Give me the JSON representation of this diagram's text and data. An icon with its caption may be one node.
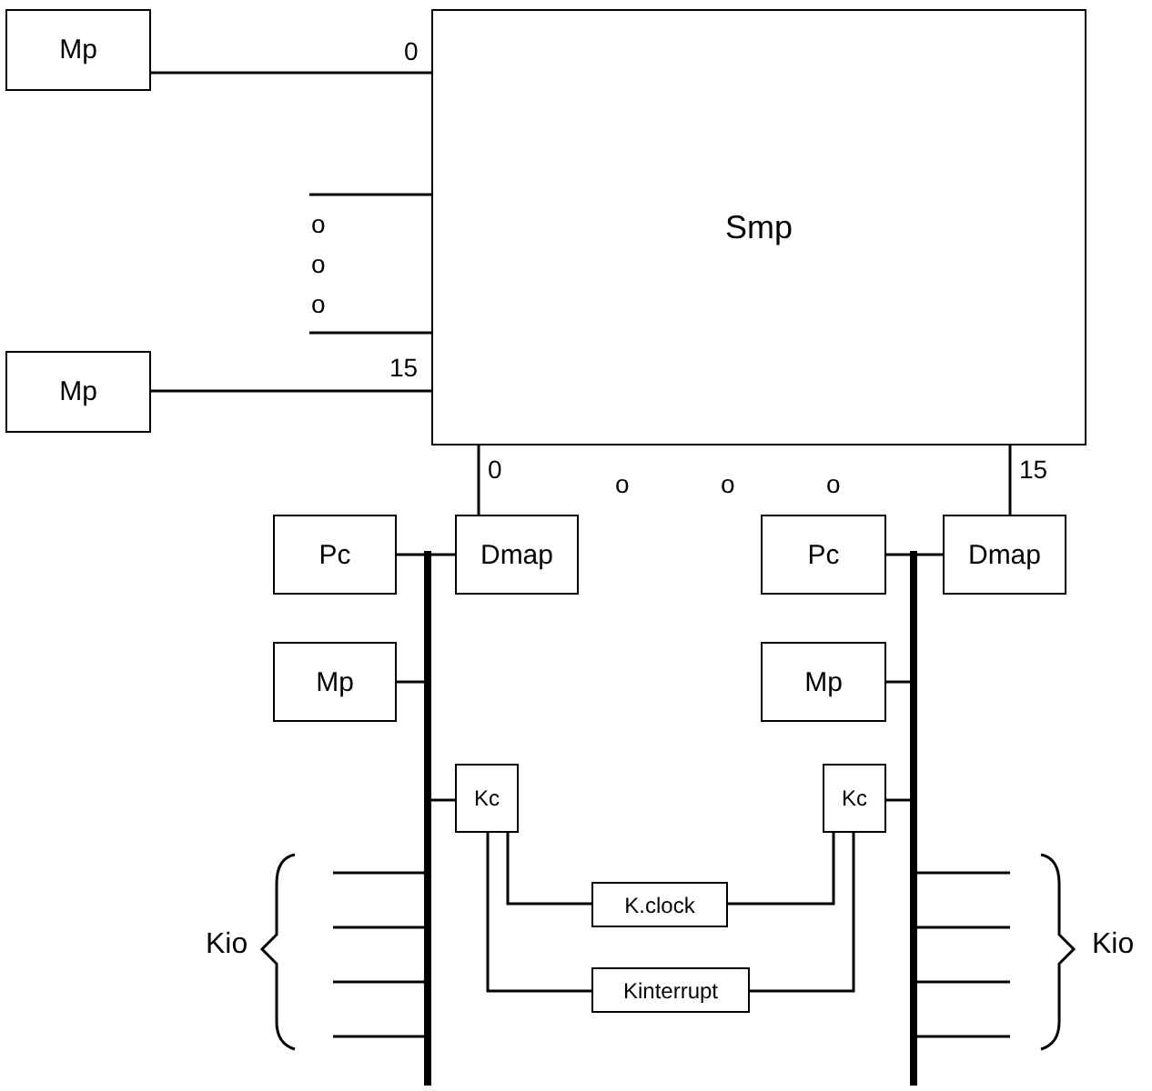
{
  "diagram": {
    "nodes": [
      {
        "text": [
          "Mp"
        ]
      },
      {
        "text": [
          "Smp"
        ]
      },
      {
        "text": [
          "Mp"
        ]
      },
      {
        "text": [
          "Pc"
        ]
      },
      {
        "text": [
          "Dmap"
        ]
      },
      {
        "text": [
          "Mp"
        ]
      },
      {
        "text": [
          "Kc"
        ]
      },
      {
        "text": [
          "K.clock"
        ]
      },
      {
        "text": [
          "Kinterrupt"
        ]
      },
      {
        "text": [
          "Pc"
        ]
      },
      {
        "text": [
          "Dmap"
        ]
      },
      {
        "text": [
          "Mp"
        ]
      },
      {
        "text": [
          "Kc"
        ]
      },
      {
        "text": [],
        "shape": "bar"
      },
      {
        "text": [],
        "shape": "bar"
      }
    ],
    "edges": [
      {
        "from": 0,
        "to": 1,
        "arrow": "none",
        "label": "0"
      },
      {
        "from": null,
        "to": 1,
        "arrow": "none"
      },
      {
        "from": null,
        "to": 1,
        "arrow": "none"
      },
      {
        "from": 2,
        "to": 1,
        "arrow": "none",
        "label": "15"
      },
      {
        "from": 1,
        "to": 4,
        "arrow": "none",
        "label": "0"
      },
      {
        "from": 1,
        "to": 10,
        "arrow": "none",
        "label": "15"
      },
      {
        "from": 3,
        "to": 13,
        "arrow": "none"
      },
      {
        "from": 13,
        "to": 4,
        "arrow": "none"
      },
      {
        "from": 5,
        "to": 13,
        "arrow": "none"
      },
      {
        "from": 6,
        "to": 13,
        "arrow": "none"
      },
      {
        "from": 13,
        "to": null,
        "arrow": "none"
      },
      {
        "from": 13,
        "to": null,
        "arrow": "none"
      },
      {
        "from": 13,
        "to": null,
        "arrow": "none"
      },
      {
        "from": 13,
        "to": null,
        "arrow": "none"
      },
      {
        "from": 6,
        "to": 7,
        "arrow": "none"
      },
      {
        "from": 6,
        "to": 8,
        "arrow": "none"
      },
      {
        "from": 9,
        "to": 14,
        "arrow": "none"
      },
      {
        "from": 14,
        "to": 10,
        "arrow": "none"
      },
      {
        "from": 11,
        "to": 14,
        "arrow": "none"
      },
      {
        "from": 12,
        "to": 14,
        "arrow": "none"
      },
      {
        "from": 14,
        "to": null,
        "arrow": "none"
      },
      {
        "from": 14,
        "to": null,
        "arrow": "none"
      },
      {
        "from": 14,
        "to": null,
        "arrow": "none"
      },
      {
        "from": 14,
        "to": null,
        "arrow": "none"
      },
      {
        "from": 12,
        "to": 7,
        "arrow": "none"
      },
      {
        "from": 12,
        "to": 8,
        "arrow": "none"
      }
    ],
    "labels": [
      "o",
      "o",
      "o",
      "o",
      "o",
      "o",
      "Kio",
      "Kio"
    ]
  }
}
